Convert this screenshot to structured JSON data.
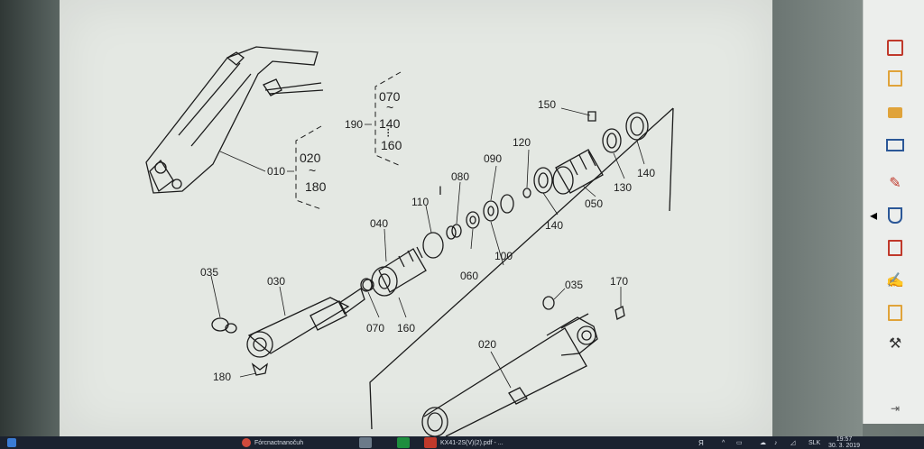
{
  "diagram": {
    "labels": {
      "l010": "010",
      "l020": "020",
      "l180": "180",
      "l190": "190",
      "l070a": "070",
      "l140a": "140",
      "l160a": "160",
      "l150": "150",
      "l120": "120",
      "l090": "090",
      "l080": "080",
      "l110": "110",
      "l040": "040",
      "l140b": "140",
      "l050": "050",
      "l130": "130",
      "l140c": "140",
      "l100": "100",
      "l060": "060",
      "l035a": "035",
      "l030": "030",
      "l070b": "070",
      "l160b": "160",
      "l180b": "180",
      "l020b": "020",
      "l035b": "035",
      "l170": "170",
      "tilde1": "~",
      "tilde2": "~",
      "colon": "⁝",
      "cursor": "I"
    }
  },
  "sidebar": {
    "items": [
      {
        "icon": "tool-grid-icon",
        "color": "#c0392b"
      },
      {
        "icon": "edit-pdf-icon",
        "color": "#e0a33a"
      },
      {
        "icon": "comment-icon",
        "color": "#e0a33a"
      },
      {
        "icon": "organize-pages-icon",
        "color": "#2b5797"
      },
      {
        "icon": "fill-sign-icon",
        "color": "#c0392b"
      },
      {
        "icon": "protect-icon",
        "color": "#2b5797"
      },
      {
        "icon": "export-pdf-icon",
        "color": "#c0392b"
      },
      {
        "icon": "sign-icon",
        "color": "#2b5797"
      },
      {
        "icon": "send-review-icon",
        "color": "#e0a33a"
      },
      {
        "icon": "more-tools-icon",
        "color": "#333333"
      }
    ],
    "arrow": "◂"
  },
  "taskbar": {
    "app1": "Fórcnactnanočuh",
    "app2": "KX41-2S(V)(2).pdf - ...",
    "lang": "SLK",
    "time": "19:57",
    "date": "30. 3. 2019",
    "tray_icon": "Я"
  }
}
